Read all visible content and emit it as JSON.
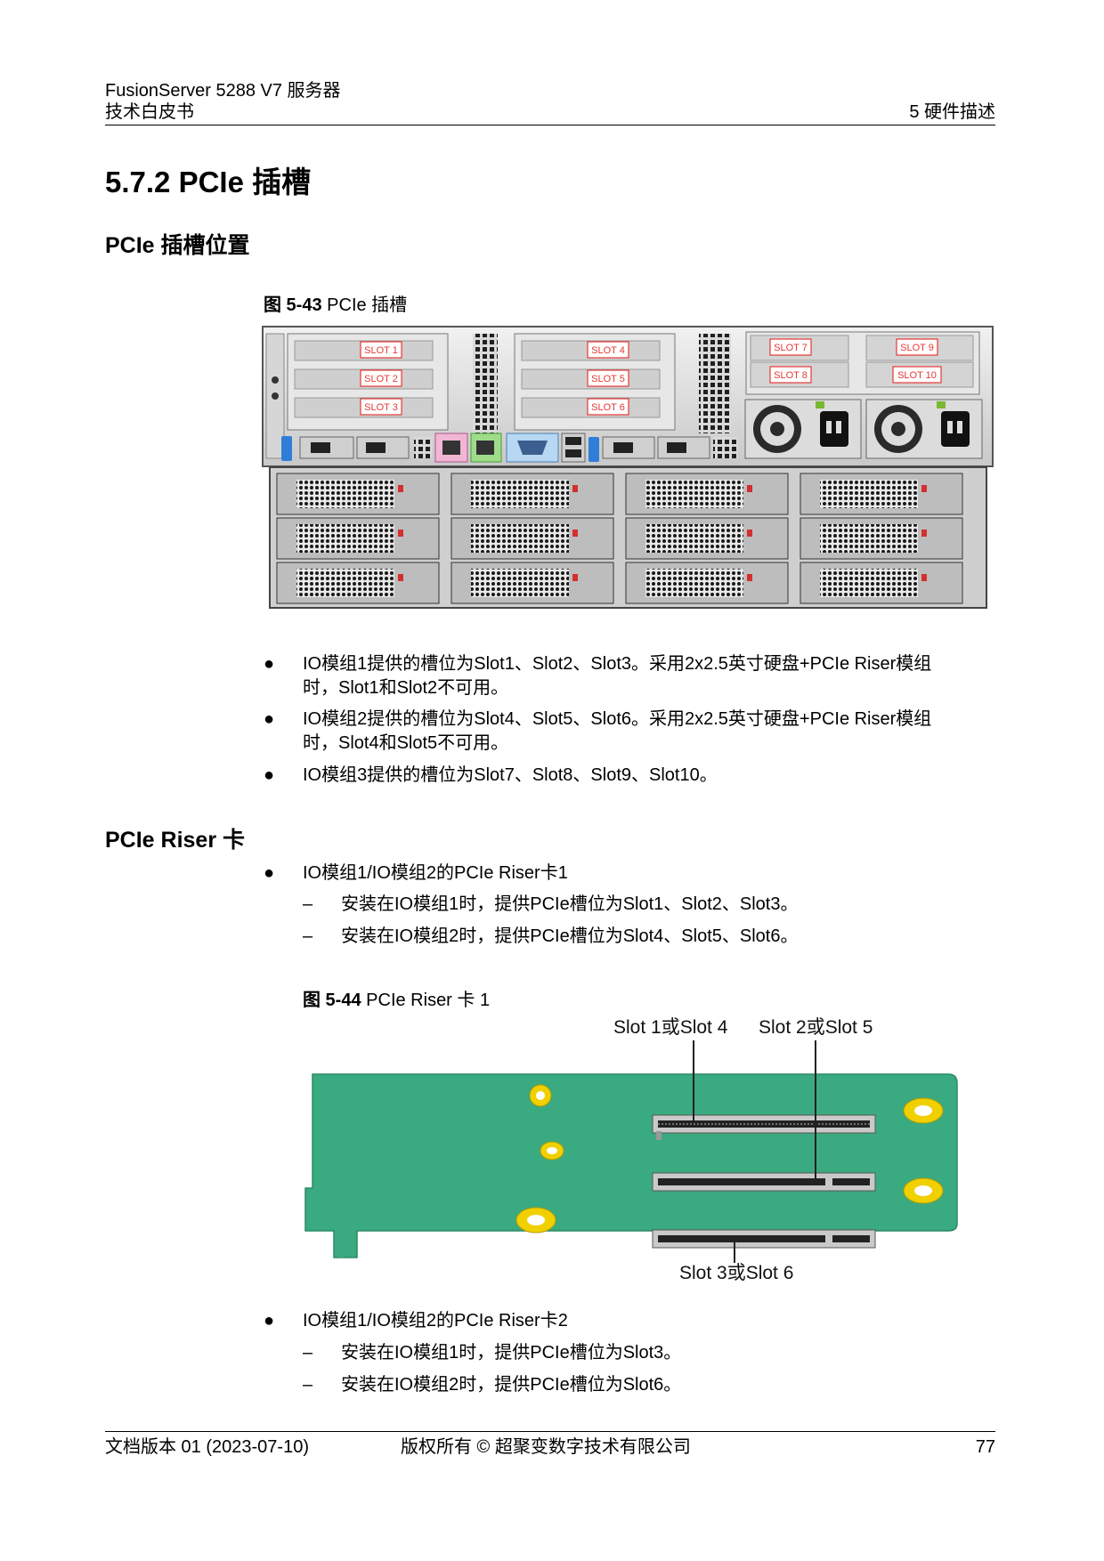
{
  "header": {
    "product": "FusionServer 5288 V7 服务器",
    "doc_type": "技术白皮书",
    "chapter": "5 硬件描述"
  },
  "section_title": "5.7.2 PCIe 插槽",
  "subsection1": "PCIe 插槽位置",
  "fig1": {
    "label": "图 5-43",
    "title": "PCIe 插槽",
    "slot_labels": [
      "SLOT 1",
      "SLOT 2",
      "SLOT 3",
      "SLOT 4",
      "SLOT 5",
      "SLOT 6",
      "SLOT 7",
      "SLOT 8",
      "SLOT 9",
      "SLOT 10"
    ]
  },
  "slot_bullets": [
    {
      "line1": "IO模组1提供的槽位为Slot1、Slot2、Slot3。采用2x2.5英寸硬盘+PCIe Riser模组",
      "line2": "时，Slot1和Slot2不可用。"
    },
    {
      "line1": "IO模组2提供的槽位为Slot4、Slot5、Slot6。采用2x2.5英寸硬盘+PCIe Riser模组",
      "line2": "时，Slot4和Slot5不可用。"
    },
    {
      "line1": "IO模组3提供的槽位为Slot7、Slot8、Slot9、Slot10。",
      "line2": ""
    }
  ],
  "subsection2": "PCIe Riser 卡",
  "riser1": {
    "title": "IO模组1/IO模组2的PCIe Riser卡1",
    "items": [
      "安装在IO模组1时，提供PCIe槽位为Slot1、Slot2、Slot3。",
      "安装在IO模组2时，提供PCIe槽位为Slot4、Slot5、Slot6。"
    ]
  },
  "fig2": {
    "label": "图 5-44",
    "title": "PCIe Riser 卡 1",
    "callout_a": "Slot 1或Slot 4",
    "callout_b": "Slot 2或Slot 5",
    "callout_c": "Slot 3或Slot 6",
    "board_color": "#3aaa80"
  },
  "riser2": {
    "title": "IO模组1/IO模组2的PCIe Riser卡2",
    "items": [
      "安装在IO模组1时，提供PCIe槽位为Slot3。",
      "安装在IO模组2时，提供PCIe槽位为Slot6。"
    ]
  },
  "footer": {
    "version": "文档版本 01 (2023-07-10)",
    "copyright": "版权所有 © 超聚变数字技术有限公司",
    "page": "77"
  }
}
